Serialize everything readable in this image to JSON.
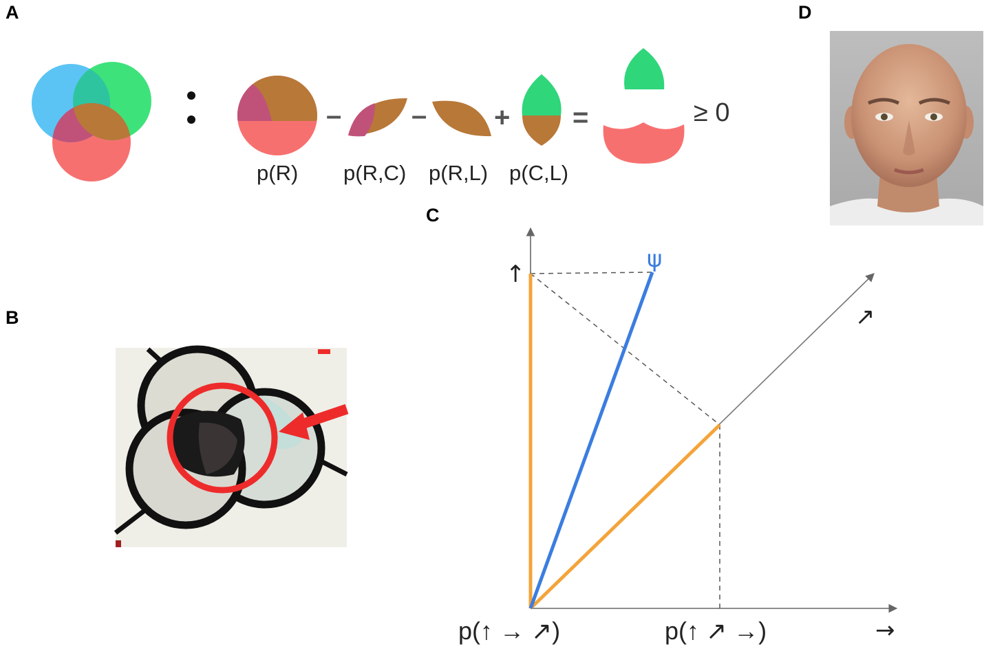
{
  "panels": {
    "a": "A",
    "b": "B",
    "c": "C",
    "d": "D"
  },
  "panel_a": {
    "operators": {
      "colon": ":",
      "minus1": "–",
      "minus2": "–",
      "plus": "+",
      "equals": "="
    },
    "result": "≥ 0",
    "labels": {
      "r": "p(R)",
      "rc": "p(R,C)",
      "rl": "p(R,L)",
      "cl": "p(C,L)"
    },
    "colors": {
      "red": "#f76b6b",
      "blue": "#5bc4f5",
      "green": "#3ee27a",
      "brown": "#b87838",
      "mauve": "#c0527a",
      "teal_green": "#2dd07a"
    }
  },
  "panel_c": {
    "x_label_left": "p(↑ → ↗)",
    "x_label_right": "p(↑ ↗ →)",
    "axis_up": "↑",
    "axis_diag": "↗",
    "axis_right": "→",
    "psi": "ψ",
    "colors": {
      "psi": "#3b7de0",
      "projection": "#f4a43a",
      "axis": "#666666"
    }
  }
}
